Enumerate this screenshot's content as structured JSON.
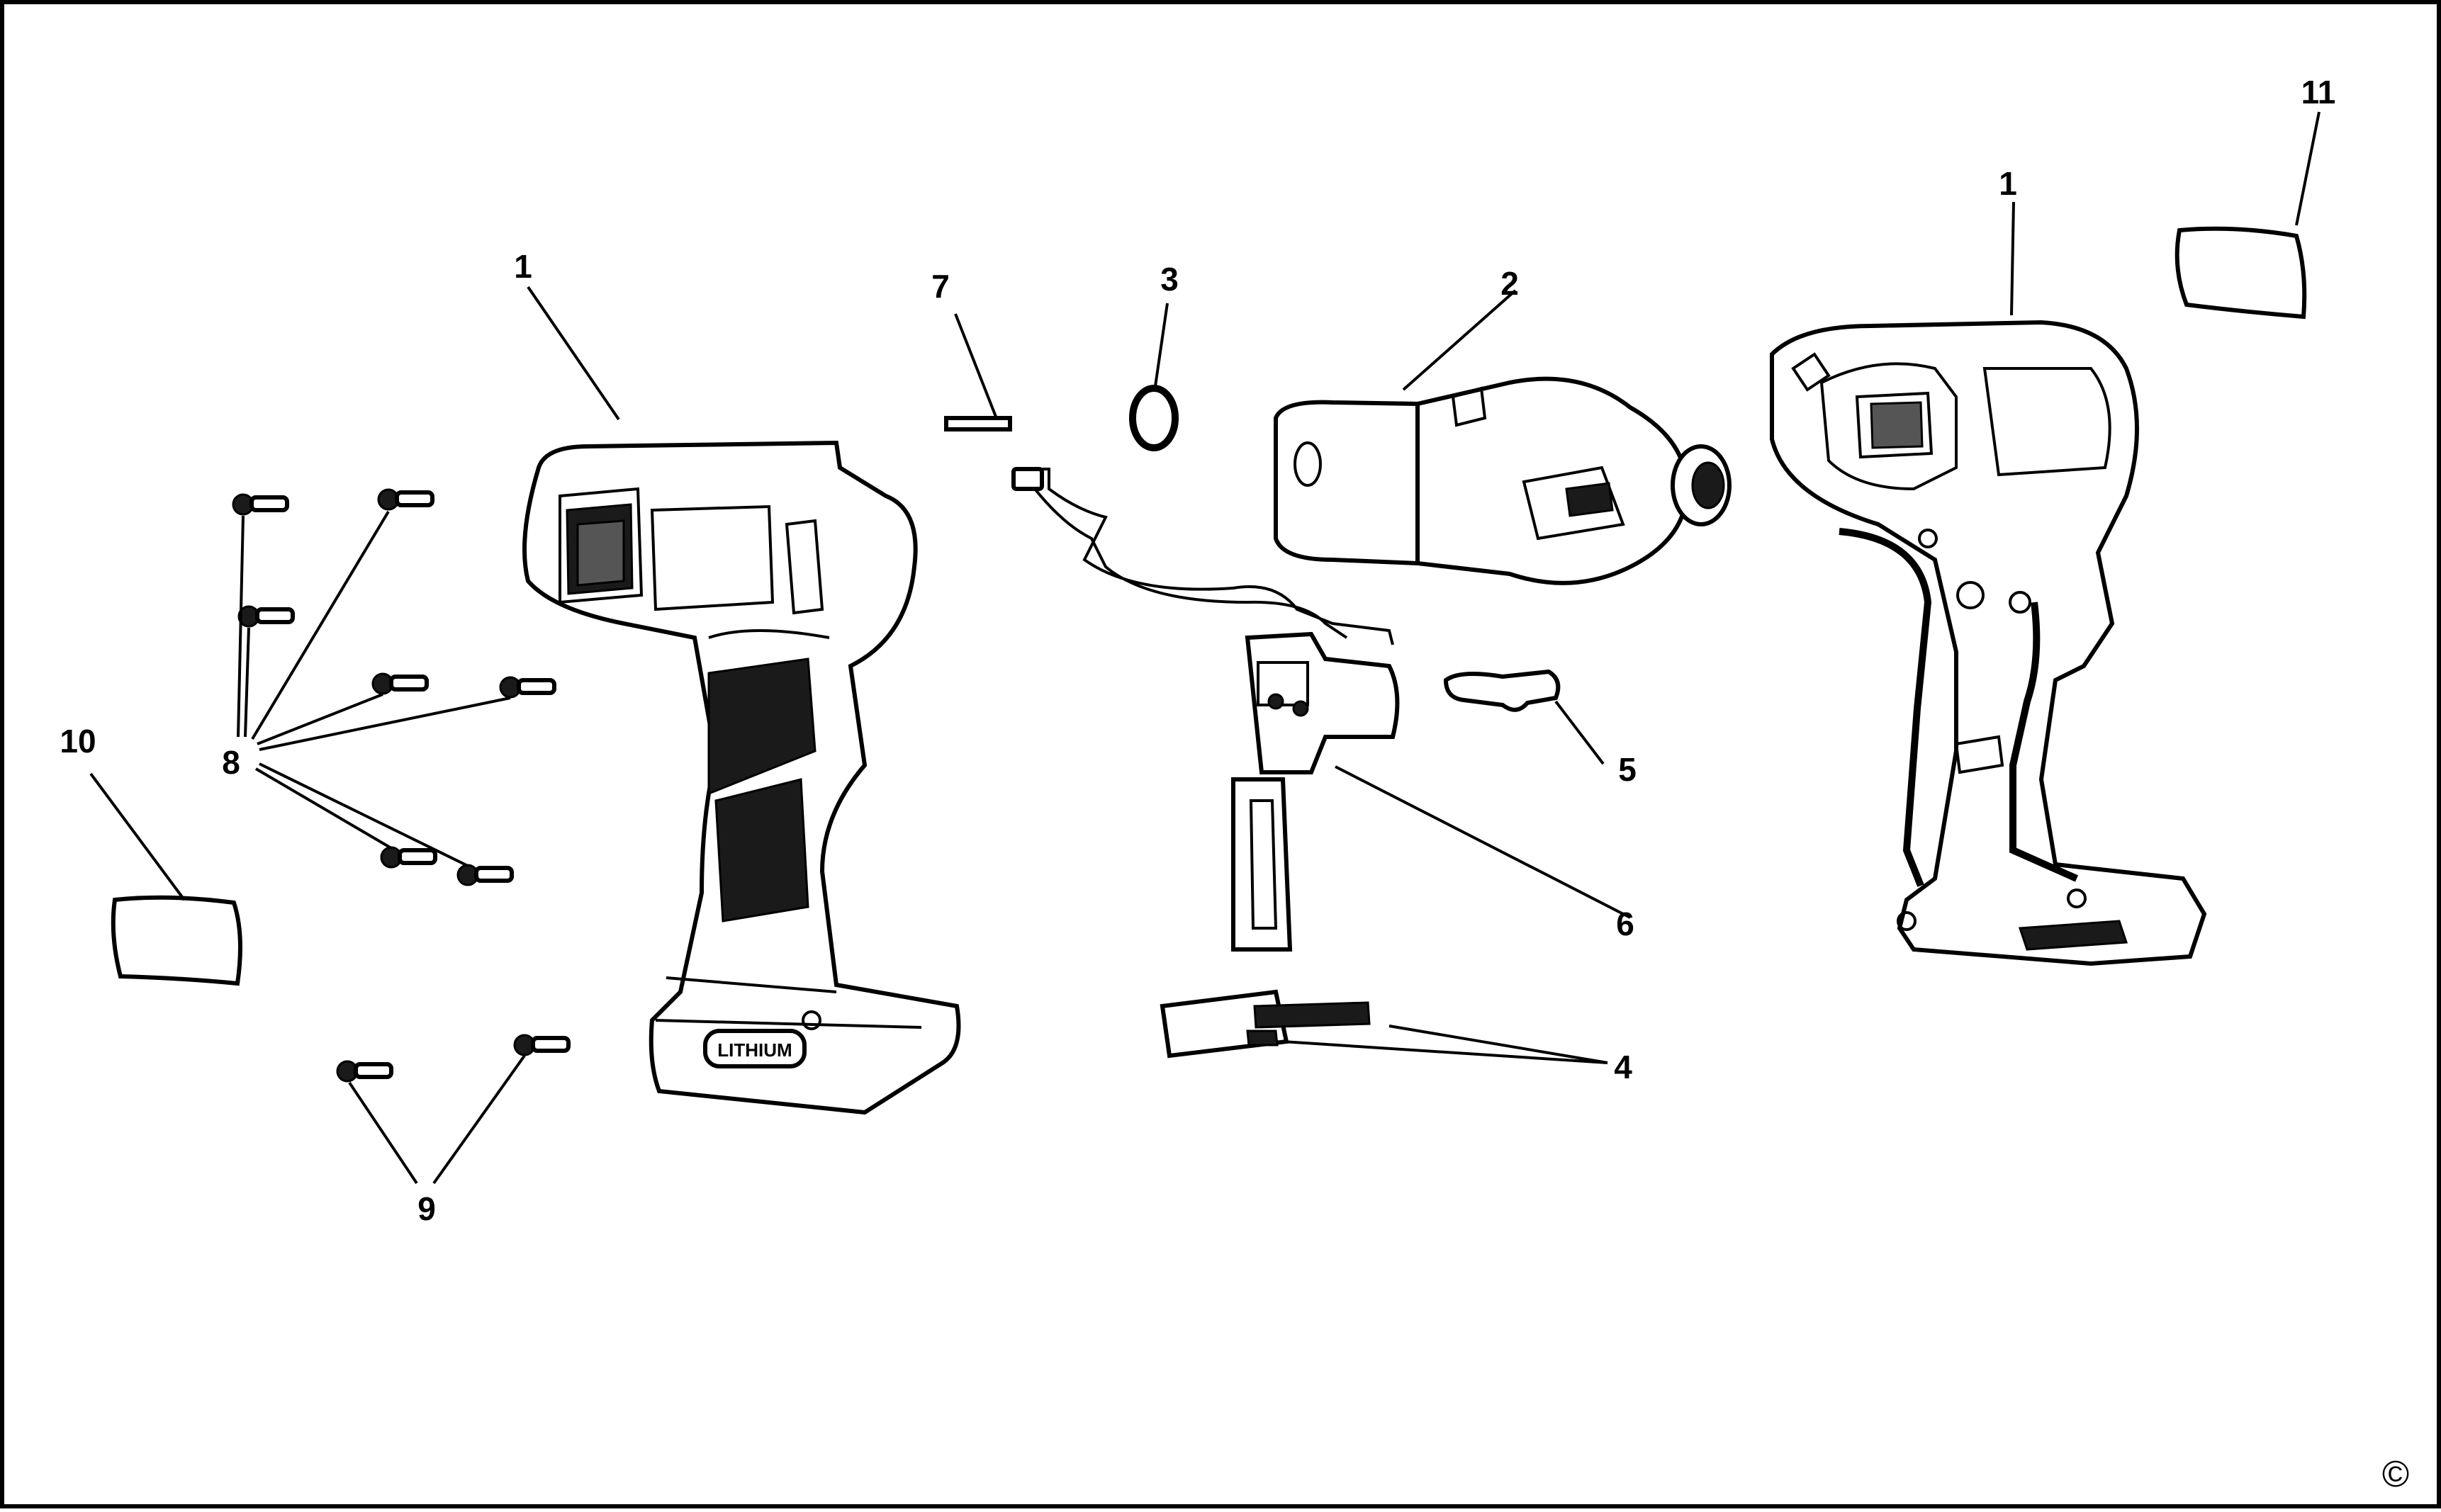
{
  "diagram": {
    "callouts": [
      "1",
      "1",
      "2",
      "3",
      "4",
      "5",
      "6",
      "7",
      "8",
      "9",
      "10",
      "11"
    ],
    "copyright_mark": "©",
    "housing_badge": "LITHIUM"
  }
}
